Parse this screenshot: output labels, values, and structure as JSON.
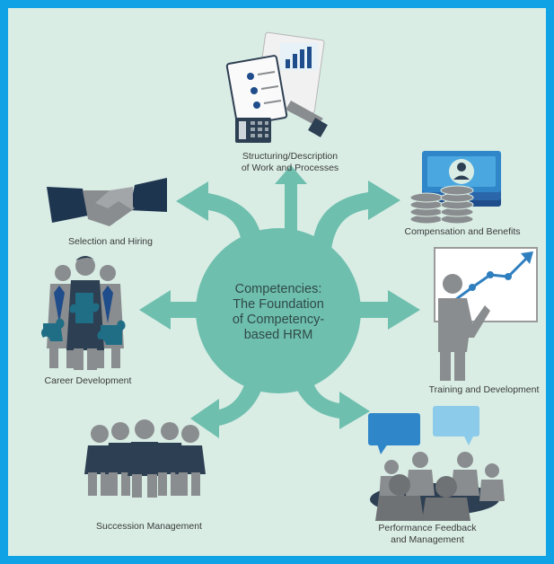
{
  "center": {
    "title": "Competencies:\nThe Foundation\nof Competency-\nbased HRM"
  },
  "labels": {
    "structuring": "Structuring/Description\nof Work and Processes",
    "compensation": "Compensation and Benefits",
    "selection": "Selection and Hiring",
    "career": "Career Development",
    "training": "Training and Development",
    "succession": "Succession Management",
    "performance": "Performance Feedback\nand Management"
  },
  "colors": {
    "frame": "#0fa3e6",
    "background": "#d9ede5",
    "hub": "#6fbfae",
    "people": "#8a8d8f",
    "suit": "#2d3f52"
  },
  "icons": {
    "structuring": "documents-chart-calculator-icon",
    "compensation": "money-coins-icon",
    "selection": "handshake-icon",
    "career": "team-puzzle-icon",
    "training": "presenter-growth-chart-icon",
    "succession": "business-team-icon",
    "performance": "meeting-speech-bubbles-icon"
  }
}
